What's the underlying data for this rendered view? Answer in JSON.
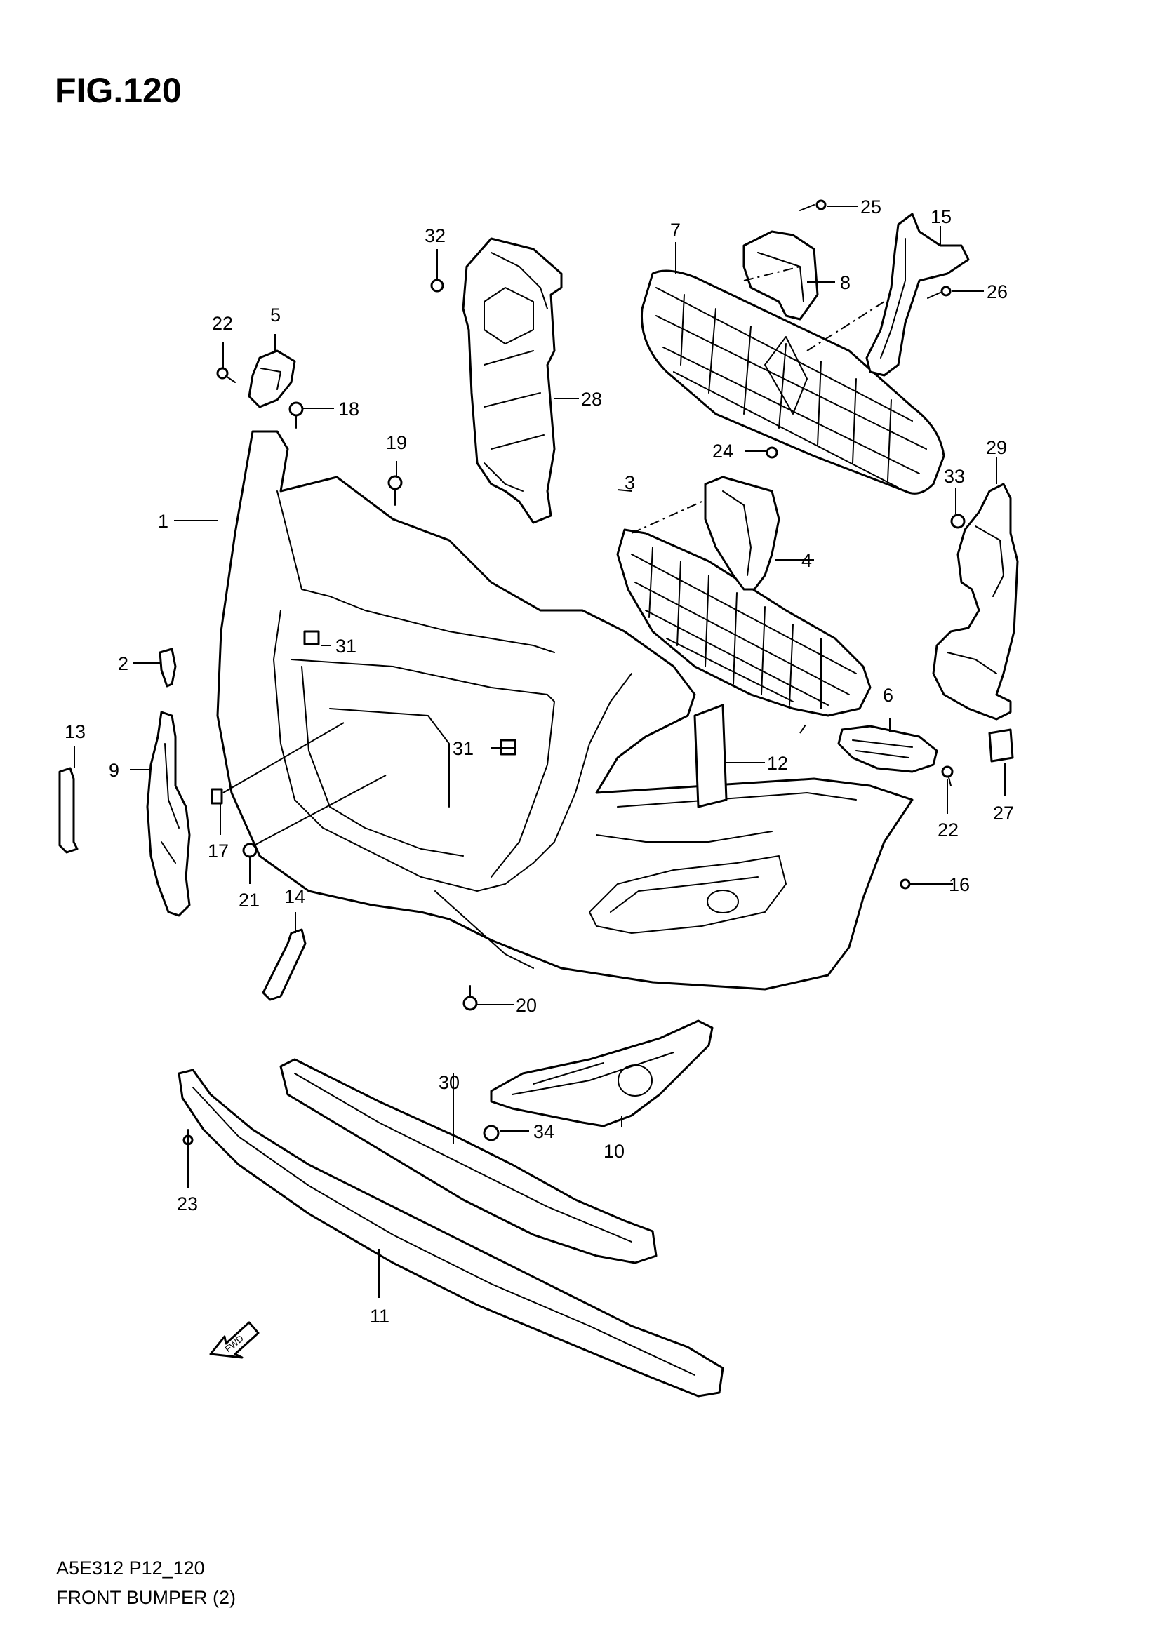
{
  "figure": {
    "title": "FIG.120",
    "code": "A5E312 P12_120",
    "name": "FRONT BUMPER (2)",
    "fwd_label": "FWD"
  },
  "callouts": {
    "c1": "1",
    "c2": "2",
    "c3": "3",
    "c4": "4",
    "c5": "5",
    "c6": "6",
    "c7": "7",
    "c8": "8",
    "c9": "9",
    "c10": "10",
    "c11": "11",
    "c12": "12",
    "c13": "13",
    "c14": "14",
    "c15": "15",
    "c16": "16",
    "c17": "17",
    "c18": "18",
    "c19": "19",
    "c20": "20",
    "c21": "21",
    "c22a": "22",
    "c22b": "22",
    "c23": "23",
    "c24": "24",
    "c25": "25",
    "c26": "26",
    "c27": "27",
    "c28": "28",
    "c29": "29",
    "c30": "30",
    "c31a": "31",
    "c31b": "31",
    "c32": "32",
    "c33": "33",
    "c34": "34"
  }
}
